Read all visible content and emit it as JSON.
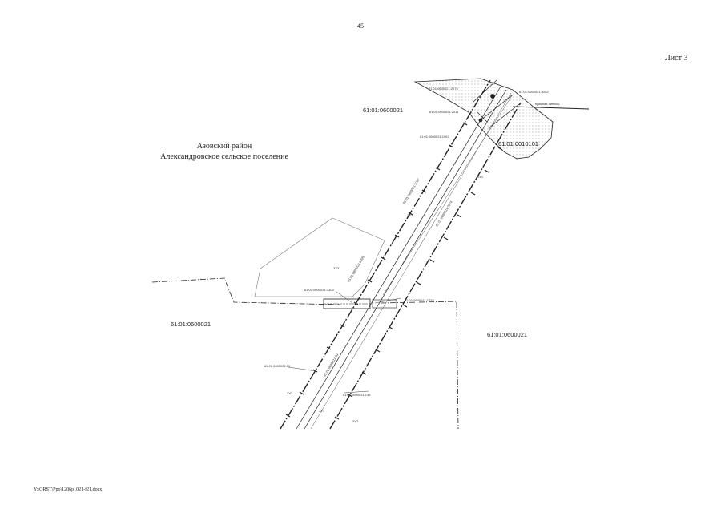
{
  "page_number": "45",
  "sheet_label": "Лист 3",
  "district": {
    "line1": "Азовский район",
    "line2": "Александровское сельское поселение"
  },
  "cadastral_blocks": {
    "top": "61:01:0600021",
    "left": "61:01:0600021",
    "right": "61:01:0600021",
    "upper_right": "61:01:0010101"
  },
  "red_line_label": "Красная линия 1",
  "parcel_labels": {
    "p1": "61:01:0600021:3305",
    "p2": "61:01:0600021:1774",
    "p3": "61:01:0600021:59",
    "p4": "61:01:0600021:135",
    "p5": "61:01:0600021:2011",
    "p6": "61:01:0600021:1967",
    "p7": "61:01:0600021:2074",
    "p8": "61:01:0600021:3282"
  },
  "zone_labels": {
    "z1": "ЗУ1",
    "z2": "ЗУ2",
    "z3": "ЗУ3"
  },
  "file_path": "Y:\\ORST\\Ppo\\1206p1021-f21.docx"
}
